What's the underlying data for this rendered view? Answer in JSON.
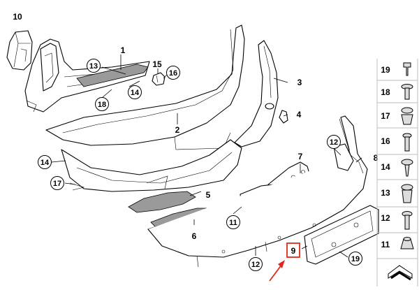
{
  "colors": {
    "line": "#000000",
    "highlight": "#e0281e",
    "panel_divider": "#bdbdbd"
  },
  "callouts": {
    "c10": "10",
    "c1": "1",
    "c13a": "13",
    "c15": "15",
    "c16": "16",
    "c14a": "14",
    "c18": "18",
    "c3": "3",
    "c4": "4",
    "c2": "2",
    "c12a": "12",
    "c8": "8",
    "c14b": "14",
    "c7": "7",
    "c17": "17",
    "c5": "5",
    "c11": "11",
    "c6": "6",
    "c12b": "12",
    "c9": "9",
    "c19": "19"
  },
  "fastener_panel": [
    {
      "label": "19",
      "icon": "clip-nut-icon"
    },
    {
      "label": "18",
      "icon": "screw-icon"
    },
    {
      "label": "17",
      "icon": "expanding-rivet-icon"
    },
    {
      "label": "16",
      "icon": "screw-icon"
    },
    {
      "label": "14",
      "icon": "torx-screw-icon"
    },
    {
      "label": "13",
      "icon": "push-rivet-icon"
    },
    {
      "label": "12",
      "icon": "screw-icon"
    },
    {
      "label": "11",
      "icon": "spreading-nut-icon"
    }
  ]
}
